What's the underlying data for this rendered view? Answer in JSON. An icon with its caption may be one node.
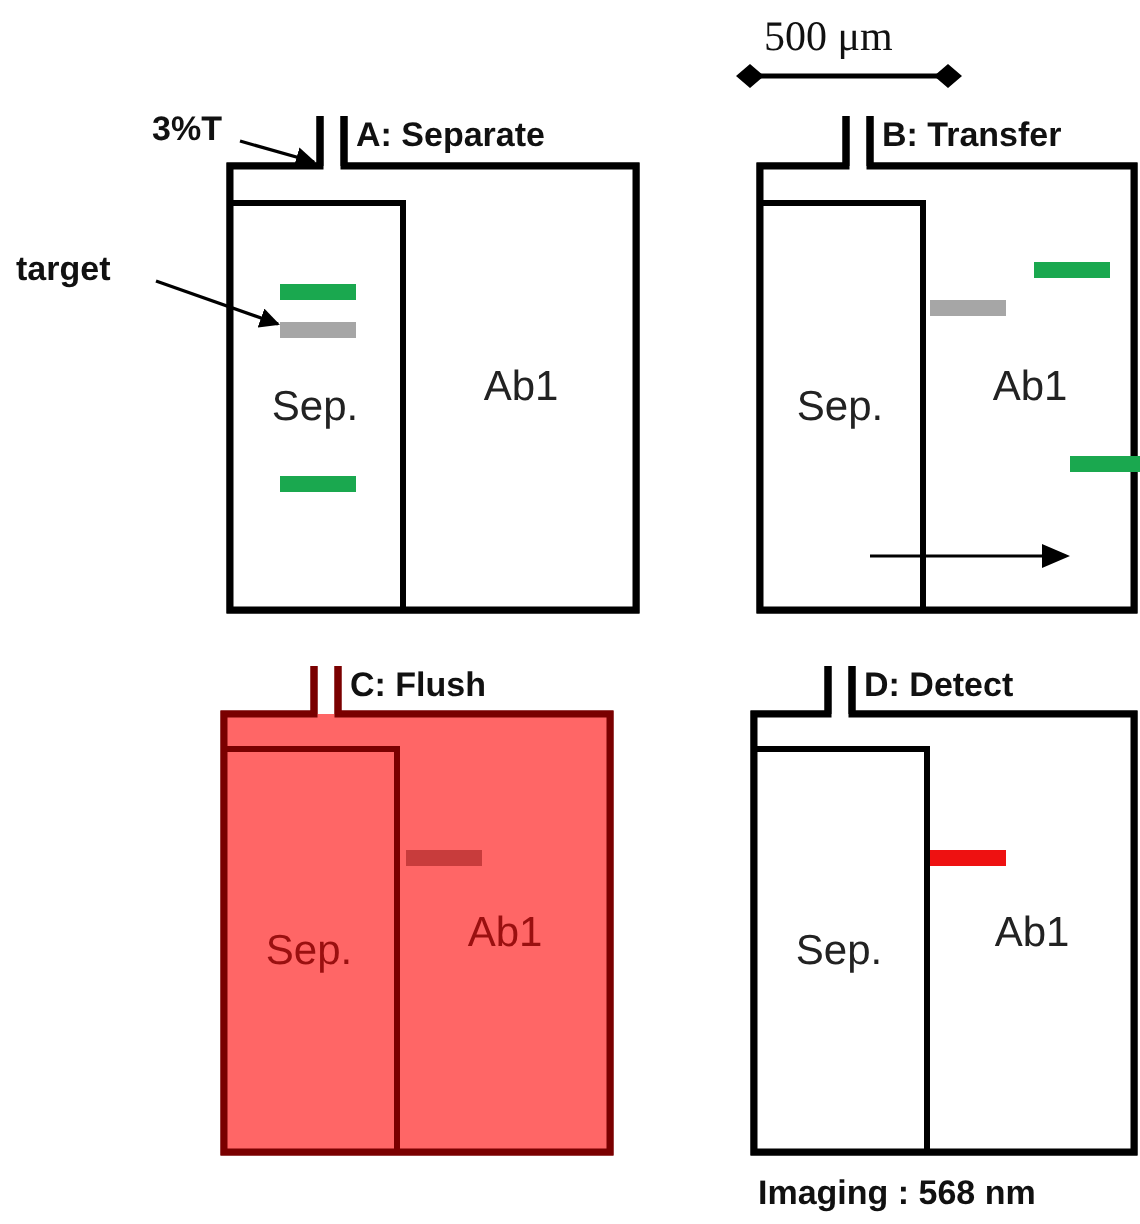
{
  "diagram": {
    "nodes": [
      {
        "text": [
          "A: Separate"
        ]
      },
      {
        "text": [
          "Sep."
        ],
        "in": 0
      },
      {
        "text": [
          "Ab1"
        ],
        "in": 0
      },
      {
        "text": [
          "B: Transfer"
        ]
      },
      {
        "text": [
          "Sep."
        ],
        "in": 3
      },
      {
        "text": [
          "Ab1"
        ],
        "in": 3
      },
      {
        "text": [
          "C: Flush"
        ]
      },
      {
        "text": [
          "Sep."
        ],
        "in": 6
      },
      {
        "text": [
          "Ab1"
        ],
        "in": 6
      },
      {
        "text": [
          "D: Detect"
        ],
        "beside": [
          "Imaging : 568 nm"
        ]
      },
      {
        "text": [
          "Sep."
        ],
        "in": 9
      },
      {
        "text": [
          "Ab1"
        ],
        "in": 9
      },
      {
        "text": [
          "3%T"
        ]
      },
      {
        "text": [
          "target"
        ]
      },
      {
        "text": [],
        "shape": "bar",
        "in": 1
      }
    ],
    "edges": [
      {
        "from": 12,
        "to": 0,
        "arrow": "to"
      },
      {
        "from": 13,
        "to": 14,
        "arrow": "to"
      }
    ],
    "labels": [
      "500 μm"
    ]
  }
}
